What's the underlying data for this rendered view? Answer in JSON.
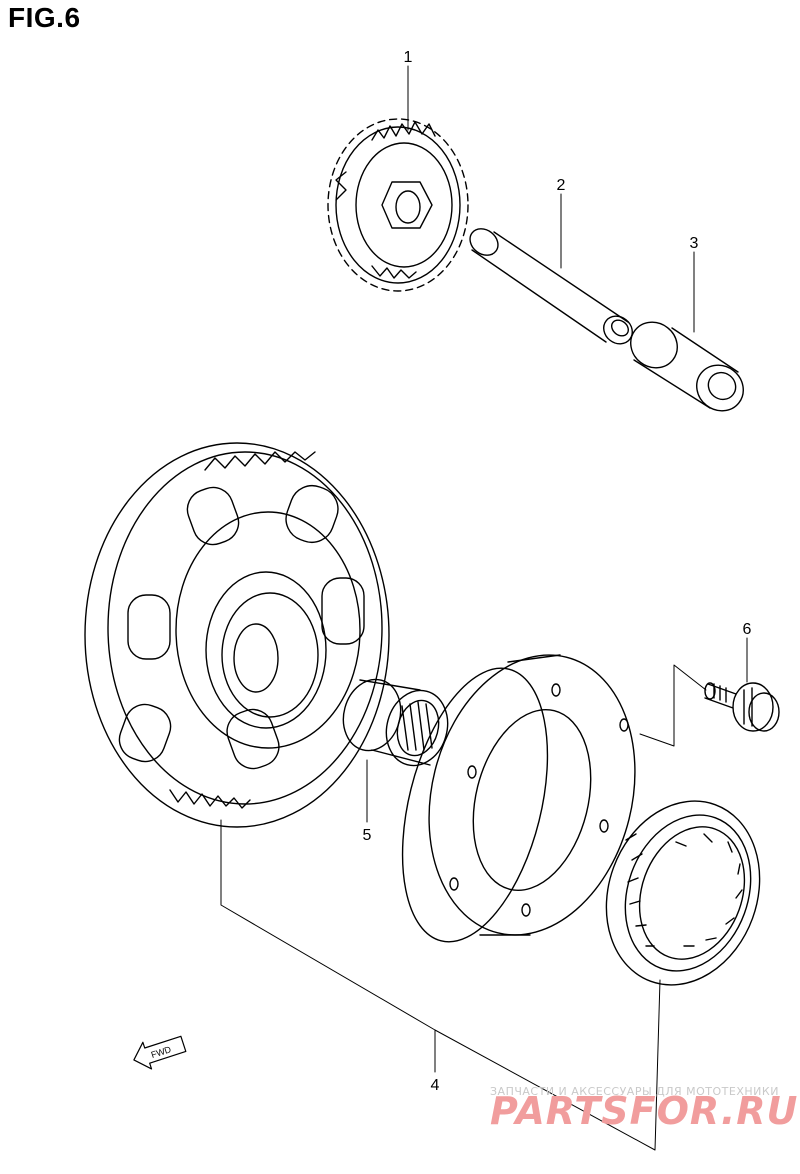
{
  "figure": {
    "title": "FIG.6"
  },
  "callouts": [
    "1",
    "2",
    "3",
    "4",
    "5",
    "6"
  ],
  "direction_marker": {
    "label": "FWD",
    "icon": "fwd-arrow-icon"
  },
  "watermark": {
    "tagline": "ЗАПЧАСТИ И АКСЕССУАРЫ ДЛЯ МОТОТЕХНИКИ",
    "brand": "PARTSFOR.RU",
    "color": "#f19d9d"
  }
}
